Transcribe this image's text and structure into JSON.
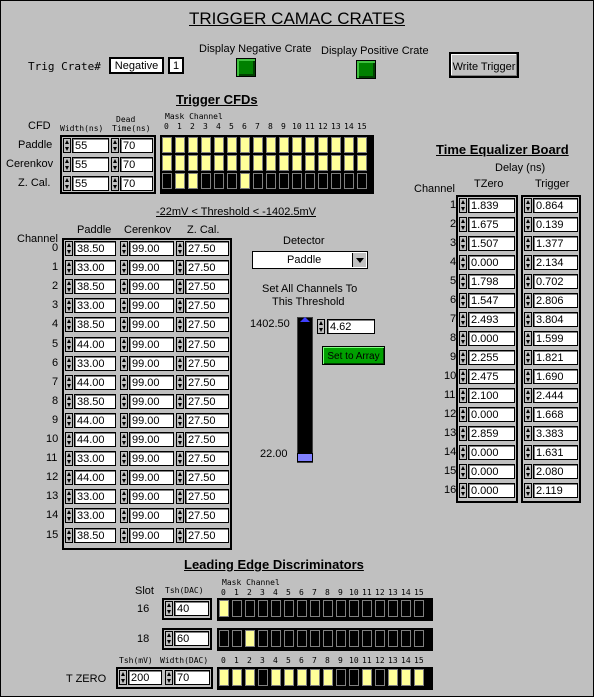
{
  "title": "TRIGGER CAMAC CRATES",
  "trig_crate": {
    "label": "Trig Crate#",
    "value": "Negative",
    "index": "1"
  },
  "display_negative_label": "Display Negative Crate",
  "display_positive_label": "Display Positive Crate",
  "write_trigger_label": "Write Trigger",
  "cfd": {
    "title": "Trigger CFDs",
    "cfd_label": "CFD",
    "width_label": "Width(ns)",
    "dead_label_1": "Dead",
    "dead_label_2": "Time(ns)",
    "mask_label": "Mask Channel",
    "channel_numbers": [
      "0",
      "1",
      "2",
      "3",
      "4",
      "5",
      "6",
      "7",
      "8",
      "9",
      "10",
      "11",
      "12",
      "13",
      "14",
      "15"
    ],
    "rows": [
      {
        "name": "Paddle",
        "width": "55",
        "dead": "70",
        "mask": [
          1,
          1,
          1,
          1,
          1,
          1,
          1,
          1,
          1,
          1,
          1,
          1,
          1,
          1,
          1,
          1
        ]
      },
      {
        "name": "Cerenkov",
        "width": "55",
        "dead": "70",
        "mask": [
          1,
          1,
          1,
          1,
          1,
          1,
          1,
          1,
          1,
          1,
          1,
          1,
          1,
          1,
          1,
          1
        ]
      },
      {
        "name": "Z. Cal.",
        "width": "55",
        "dead": "70",
        "mask": [
          0,
          1,
          1,
          0,
          0,
          0,
          1,
          0,
          0,
          0,
          0,
          0,
          0,
          0,
          0,
          0
        ]
      }
    ],
    "threshold_note": "-22mV < Threshold < -1402.5mV"
  },
  "thresholds": {
    "channel_label": "Channel",
    "col_labels": [
      "Paddle",
      "Cerenkov",
      "Z. Cal."
    ],
    "rows": [
      {
        "ch": "0",
        "p": "38.50",
        "c": "99.00",
        "z": "27.50"
      },
      {
        "ch": "1",
        "p": "33.00",
        "c": "99.00",
        "z": "27.50"
      },
      {
        "ch": "2",
        "p": "38.50",
        "c": "99.00",
        "z": "27.50"
      },
      {
        "ch": "3",
        "p": "33.00",
        "c": "99.00",
        "z": "27.50"
      },
      {
        "ch": "4",
        "p": "38.50",
        "c": "99.00",
        "z": "27.50"
      },
      {
        "ch": "5",
        "p": "44.00",
        "c": "99.00",
        "z": "27.50"
      },
      {
        "ch": "6",
        "p": "33.00",
        "c": "99.00",
        "z": "27.50"
      },
      {
        "ch": "7",
        "p": "44.00",
        "c": "99.00",
        "z": "27.50"
      },
      {
        "ch": "8",
        "p": "38.50",
        "c": "99.00",
        "z": "27.50"
      },
      {
        "ch": "9",
        "p": "44.00",
        "c": "99.00",
        "z": "27.50"
      },
      {
        "ch": "10",
        "p": "44.00",
        "c": "99.00",
        "z": "27.50"
      },
      {
        "ch": "11",
        "p": "33.00",
        "c": "99.00",
        "z": "27.50"
      },
      {
        "ch": "12",
        "p": "44.00",
        "c": "99.00",
        "z": "27.50"
      },
      {
        "ch": "13",
        "p": "33.00",
        "c": "99.00",
        "z": "27.50"
      },
      {
        "ch": "14",
        "p": "33.00",
        "c": "99.00",
        "z": "27.50"
      },
      {
        "ch": "15",
        "p": "38.50",
        "c": "99.00",
        "z": "27.50"
      }
    ]
  },
  "detector": {
    "label": "Detector",
    "value": "Paddle",
    "set_all_1": "Set All Channels To",
    "set_all_2": "This Threshold",
    "slider_max": "1402.50",
    "slider_min": "22.00",
    "slider_level": 0.0,
    "value_input": "4.62",
    "set_array_label": "Set to Array"
  },
  "teq": {
    "title": "Time Equalizer Board",
    "delay_label": "Delay (ns)",
    "channel_label": "Channel",
    "tzero_label": "TZero",
    "trigger_label": "Trigger",
    "rows": [
      {
        "ch": "1",
        "tz": "1.839",
        "tr": "0.864"
      },
      {
        "ch": "2",
        "tz": "1.675",
        "tr": "0.139"
      },
      {
        "ch": "3",
        "tz": "1.507",
        "tr": "1.377"
      },
      {
        "ch": "4",
        "tz": "0.000",
        "tr": "2.134"
      },
      {
        "ch": "5",
        "tz": "1.798",
        "tr": "0.702"
      },
      {
        "ch": "6",
        "tz": "1.547",
        "tr": "2.806"
      },
      {
        "ch": "7",
        "tz": "2.493",
        "tr": "3.804"
      },
      {
        "ch": "8",
        "tz": "0.000",
        "tr": "1.599"
      },
      {
        "ch": "9",
        "tz": "2.255",
        "tr": "1.821"
      },
      {
        "ch": "10",
        "tz": "2.475",
        "tr": "1.690"
      },
      {
        "ch": "11",
        "tz": "2.100",
        "tr": "2.444"
      },
      {
        "ch": "12",
        "tz": "0.000",
        "tr": "1.668"
      },
      {
        "ch": "13",
        "tz": "2.859",
        "tr": "3.383"
      },
      {
        "ch": "14",
        "tz": "0.000",
        "tr": "1.631"
      },
      {
        "ch": "15",
        "tz": "0.000",
        "tr": "2.080"
      },
      {
        "ch": "16",
        "tz": "0.000",
        "tr": "2.119"
      }
    ]
  },
  "led": {
    "title": "Leading Edge Discriminators",
    "slot_label": "Slot",
    "tsh_dac_label": "Tsh(DAC)",
    "mask_label": "Mask Channel",
    "channel_numbers": [
      "0",
      "1",
      "2",
      "3",
      "4",
      "5",
      "6",
      "7",
      "8",
      "9",
      "10",
      "11",
      "12",
      "13",
      "14",
      "15"
    ],
    "rows": [
      {
        "slot": "16",
        "tsh": "40",
        "mask": [
          1,
          0,
          0,
          0,
          0,
          0,
          0,
          0,
          0,
          0,
          0,
          0,
          0,
          0,
          0,
          0
        ]
      },
      {
        "slot": "18",
        "tsh": "60",
        "mask": [
          0,
          0,
          1,
          0,
          0,
          0,
          0,
          0,
          0,
          0,
          0,
          0,
          0,
          0,
          0,
          0
        ]
      }
    ],
    "tzero": {
      "label": "T ZERO",
      "tsh_mv_label": "Tsh(mV)",
      "width_dac_label": "Width(DAC)",
      "tsh": "200",
      "width": "70",
      "mask": [
        1,
        1,
        1,
        0,
        1,
        1,
        1,
        1,
        1,
        0,
        0,
        1,
        0,
        1,
        1,
        1
      ]
    }
  }
}
